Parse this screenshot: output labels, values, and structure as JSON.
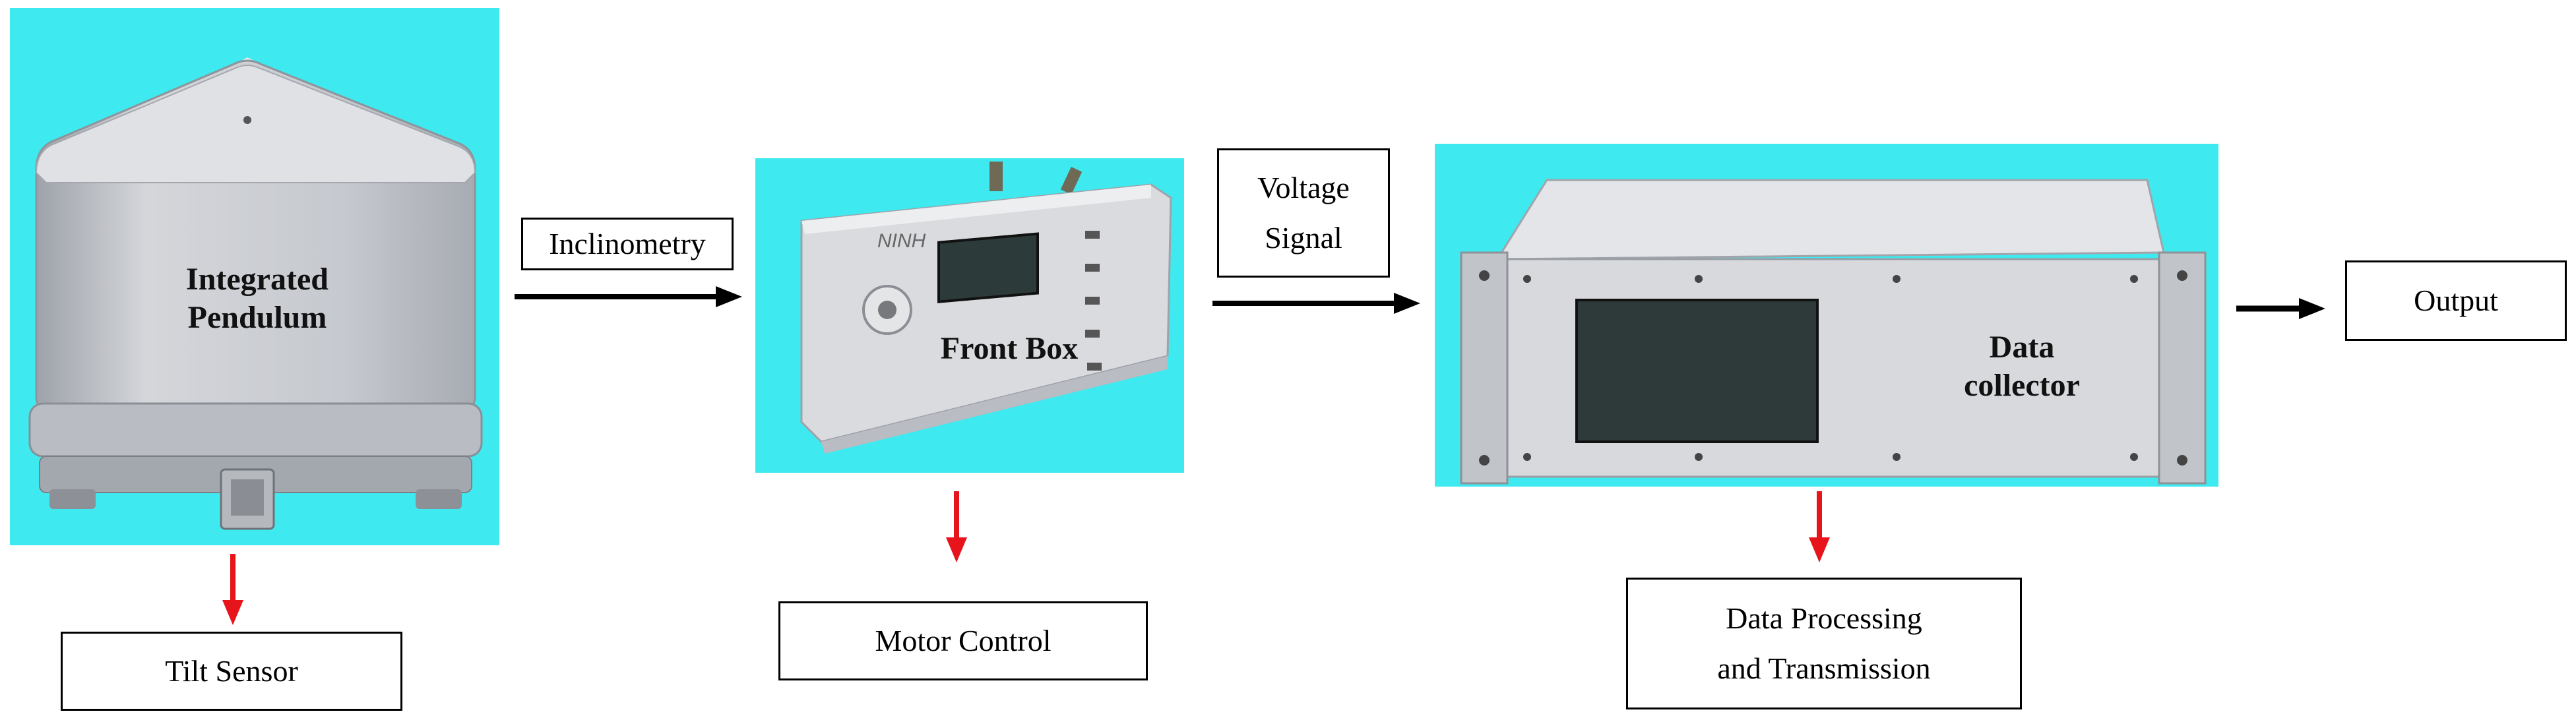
{
  "diagram": {
    "nodes": {
      "pendulum": {
        "label_line1": "Integrated",
        "label_line2": "Pendulum",
        "caption": "Tilt Sensor"
      },
      "front_box": {
        "label": "Front Box",
        "caption": "Motor Control",
        "brand": "NINH"
      },
      "collector": {
        "label_line1": "Data",
        "label_line2": "collector",
        "caption_line1": "Data Processing",
        "caption_line2": "and Transmission"
      },
      "output": {
        "label": "Output"
      }
    },
    "edges": {
      "inclinometry": {
        "label": "Inclinometry"
      },
      "voltage": {
        "label_line1": "Voltage",
        "label_line2": "Signal"
      }
    },
    "colors": {
      "panel_background": "#3ee9ef",
      "flow_arrow": "#000000",
      "function_arrow": "#e8141b",
      "device_body": "#c9ccd2"
    }
  }
}
